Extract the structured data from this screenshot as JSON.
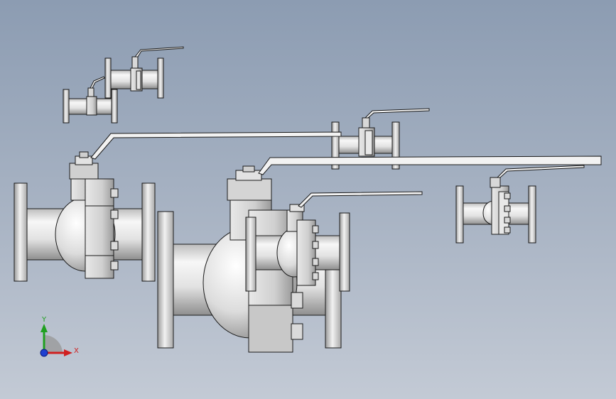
{
  "scene": {
    "subject": "ball-valve-assembly",
    "valve_count": 7,
    "colors": {
      "background_top": "#8c9cb2",
      "background_bottom": "#c3cad5",
      "metal_light": "#f4f4f4",
      "metal_mid": "#cfcfcf",
      "metal_dark": "#8e8e8e",
      "outline": "#1a1a1a"
    }
  },
  "triad": {
    "x_label": "X",
    "y_label": "Y",
    "x_color": "#d02020",
    "y_color": "#20a020",
    "z_color": "#2040d0"
  }
}
